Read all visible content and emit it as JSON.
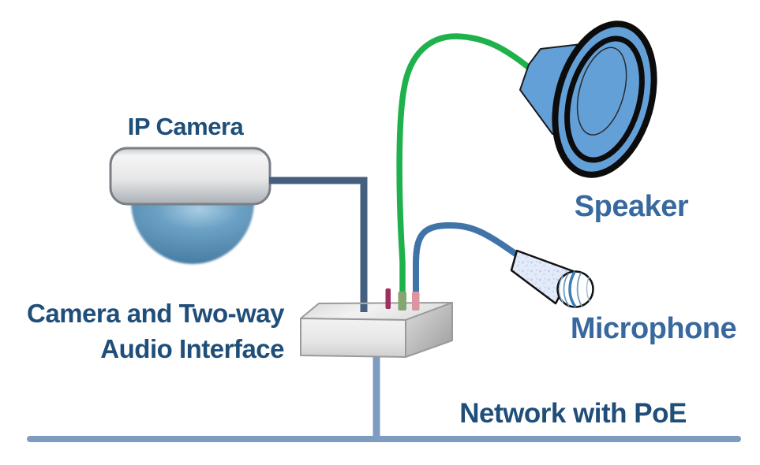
{
  "labels": {
    "camera": "IP Camera",
    "interface_line1": "Camera and Two-way",
    "interface_line2": "Audio Interface",
    "speaker": "Speaker",
    "microphone": "Microphone",
    "network": "Network with PoE"
  },
  "colors": {
    "label-dark": "#1f4e79",
    "label-medium": "#38699e",
    "cable-camera": "#45607f",
    "cable-speaker": "#1fb14c",
    "cable-mic": "#4074a8",
    "network-line": "#7d9cc0",
    "device-blue": "#64a0d8",
    "dome-blue": "#4b80a9",
    "connector-maroon": "#9e3060",
    "connector-green": "#85a571",
    "connector-pink": "#dd93a0"
  },
  "diagram": {
    "components": [
      {
        "id": "ip-camera",
        "label": "IP Camera",
        "depiction": "dome camera"
      },
      {
        "id": "audio-interface",
        "label": "Camera and Two-way Audio Interface",
        "depiction": "gray box with connectors"
      },
      {
        "id": "speaker",
        "label": "Speaker",
        "depiction": "blue horn loudspeaker"
      },
      {
        "id": "microphone",
        "label": "Microphone",
        "depiction": "cone microphone with ball head"
      },
      {
        "id": "network",
        "label": "Network with PoE",
        "depiction": "horizontal bus line"
      }
    ],
    "connections": [
      {
        "from": "ip-camera",
        "to": "audio-interface",
        "cable": "camera-cable",
        "color": "#45607f"
      },
      {
        "from": "audio-interface",
        "to": "speaker",
        "cable": "speaker-cable",
        "color": "#1fb14c"
      },
      {
        "from": "microphone",
        "to": "audio-interface",
        "cable": "microphone-cable",
        "color": "#4074a8"
      },
      {
        "from": "audio-interface",
        "to": "network",
        "cable": "network-drop",
        "color": "#7d9cc0"
      }
    ]
  }
}
